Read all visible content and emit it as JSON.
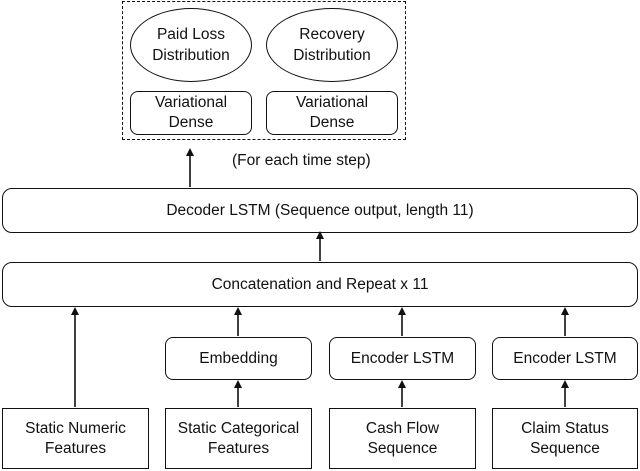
{
  "output": {
    "paid_loss": "Paid Loss\nDistribution",
    "recovery": "Recovery\nDistribution",
    "variational_left": "Variational\nDense",
    "variational_right": "Variational\nDense",
    "time_step_note": "(For each time step)"
  },
  "decoder": {
    "label": "Decoder LSTM (Sequence output, length 11)"
  },
  "concat": {
    "label": "Concatenation and Repeat x 11"
  },
  "middle": {
    "embedding": "Embedding",
    "encoder_1": "Encoder LSTM",
    "encoder_2": "Encoder LSTM"
  },
  "inputs": {
    "static_numeric": "Static Numeric\nFeatures",
    "static_categorical": "Static Categorical\nFeatures",
    "cash_flow": "Cash Flow\nSequence",
    "claim_status": "Claim Status\nSequence"
  }
}
